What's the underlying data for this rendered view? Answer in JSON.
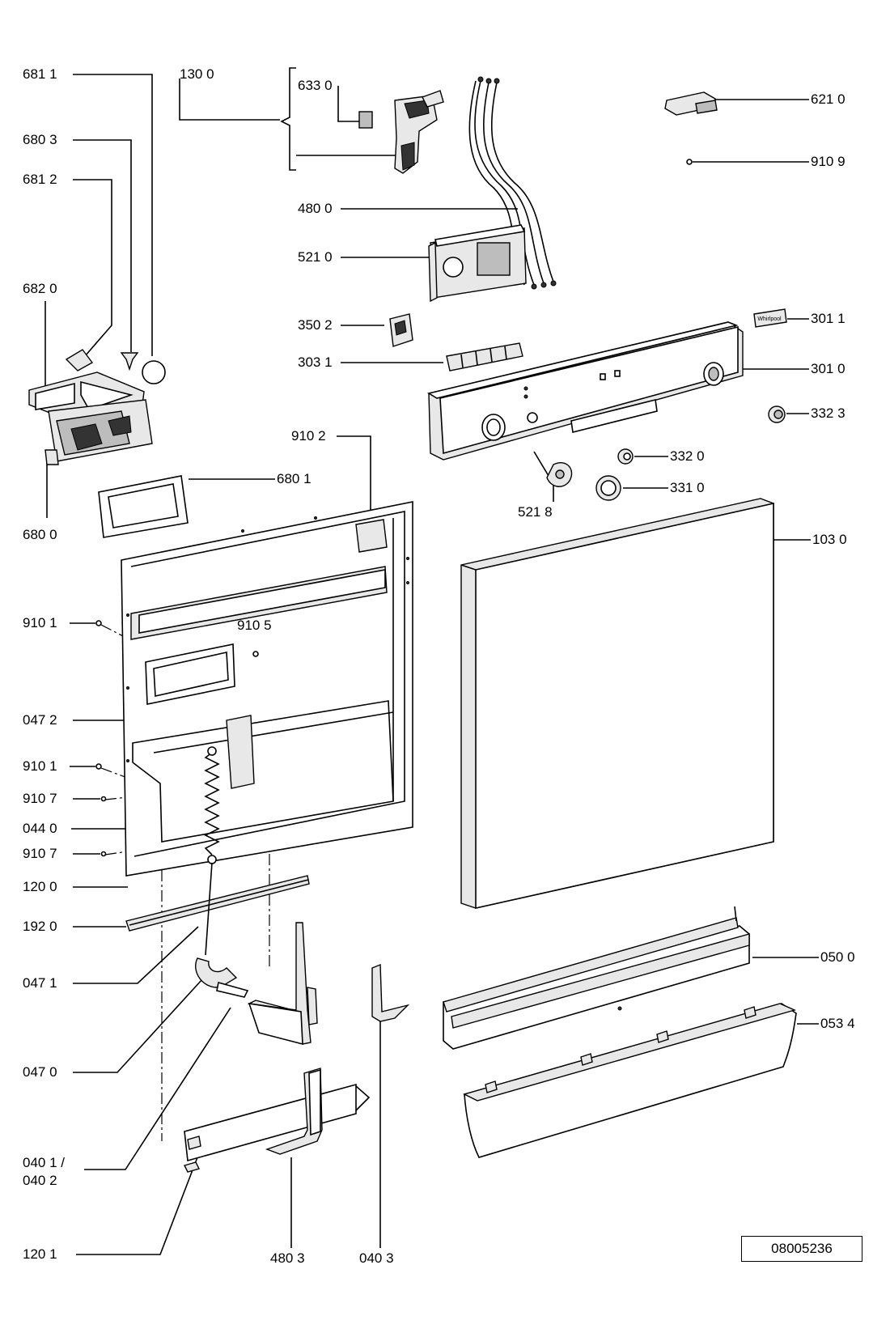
{
  "labels": {
    "l6811": "681 1",
    "l6803": "680 3",
    "l6812": "681 2",
    "l6820": "682 0",
    "l6800": "680 0",
    "l6801": "680 1",
    "l1300": "130 0",
    "l6330": "633 0",
    "l4800": "480 0",
    "l5210": "521 0",
    "l3502": "350 2",
    "l3031": "303 1",
    "l9102": "910 2",
    "l6210": "621 0",
    "l9109": "910 9",
    "l3011": "301 1",
    "l3010": "301 0",
    "l3323": "332 3",
    "l3320": "332 0",
    "l3310": "331 0",
    "l5218": "521 8",
    "l1030": "103 0",
    "l9101a": "910 1",
    "l9105": "910 5",
    "l0472": "047 2",
    "l9101b": "910 1",
    "l9107a": "910 7",
    "l0440": "044 0",
    "l9107b": "910 7",
    "l1200": "120 0",
    "l1920": "192 0",
    "l0471": "047 1",
    "l0470": "047 0",
    "l0401": "040 1 /",
    "l0402": "040 2",
    "l1201": "120 1",
    "l4803": "480 3",
    "l0403": "040 3",
    "l0500": "050 0",
    "l0534": "053 4"
  },
  "drawing_number": "08005236",
  "brand_badge": "Whirlpool"
}
